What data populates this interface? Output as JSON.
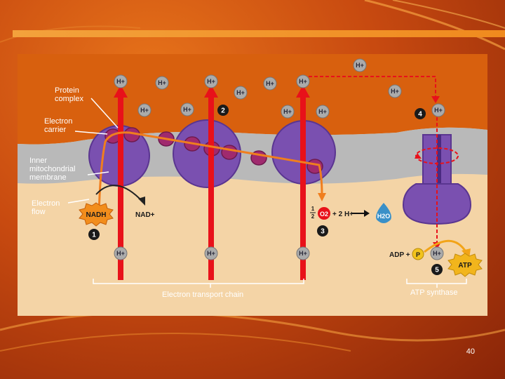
{
  "labels": {
    "protein_complex": "Protein complex",
    "electron_carrier": "Electron carrier",
    "inner_membrane": "Inner mitochondrial membrane",
    "electron_flow": "Electron flow",
    "etc": "Electron transport chain",
    "atp_synthase": "ATP synthase"
  },
  "ion": "H+",
  "molecules": {
    "nadh": "NADH",
    "nad": "NAD+",
    "half_num": "1",
    "half_den": "2",
    "o2": "O2",
    "plus_2h": "+ 2 H+",
    "h2o": "H2O",
    "adp": "ADP +",
    "p": "P",
    "atp": "ATP"
  },
  "steps": [
    "1",
    "2",
    "3",
    "4",
    "5"
  ],
  "page_number": "40",
  "colors": {
    "membrane": "#b9b9b9",
    "intermembrane": "#d85f0e",
    "matrix": "#f4d4a6",
    "complex": "#7a50b0",
    "carrier": "#a02a6e",
    "proton_arrow": "#e8111a",
    "electron_path": "#f07e1e"
  }
}
